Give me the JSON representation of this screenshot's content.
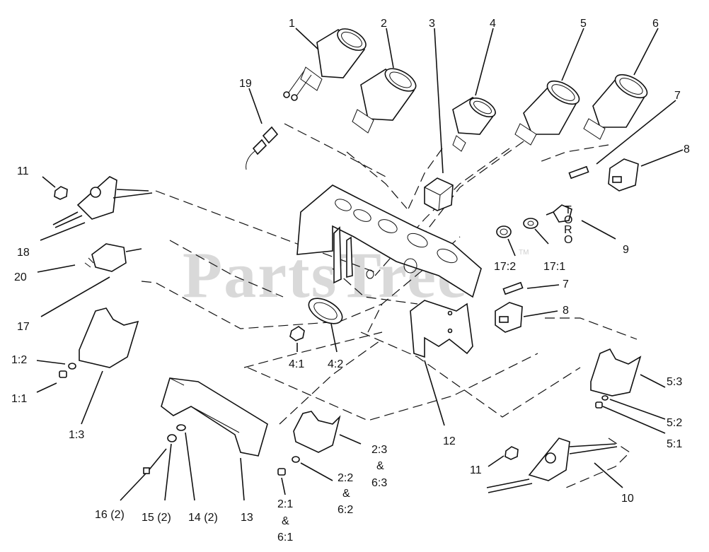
{
  "watermark": "PartsTree",
  "trademark": "TM",
  "brand_mark": [
    "T",
    "O",
    "R",
    "O"
  ],
  "callouts": {
    "c1": "1",
    "c2": "2",
    "c3": "3",
    "c4": "4",
    "c5": "5",
    "c6": "6",
    "c7a": "7",
    "c7b": "7",
    "c8a": "8",
    "c8b": "8",
    "c9": "9",
    "c10": "10",
    "c11a": "11",
    "c11b": "11",
    "c12": "12",
    "c13": "13",
    "c14": "14 (2)",
    "c15": "15 (2)",
    "c16": "16 (2)",
    "c17": "17",
    "c17_1": "17:1",
    "c17_2": "17:2",
    "c18": "18",
    "c19": "19",
    "c20": "20",
    "c1_1": "1:1",
    "c1_2": "1:2",
    "c1_3": "1:3",
    "c2_1": "2:1",
    "c2_1_amp": "&",
    "c6_1": "6:1",
    "c2_2": "2:2",
    "c2_2_amp": "&",
    "c6_2": "6:2",
    "c2_3": "2:3",
    "c2_3_amp": "&",
    "c6_3": "6:3",
    "c4_1": "4:1",
    "c4_2": "4:2",
    "c5_1": "5:1",
    "c5_2": "5:2",
    "c5_3": "5:3"
  }
}
